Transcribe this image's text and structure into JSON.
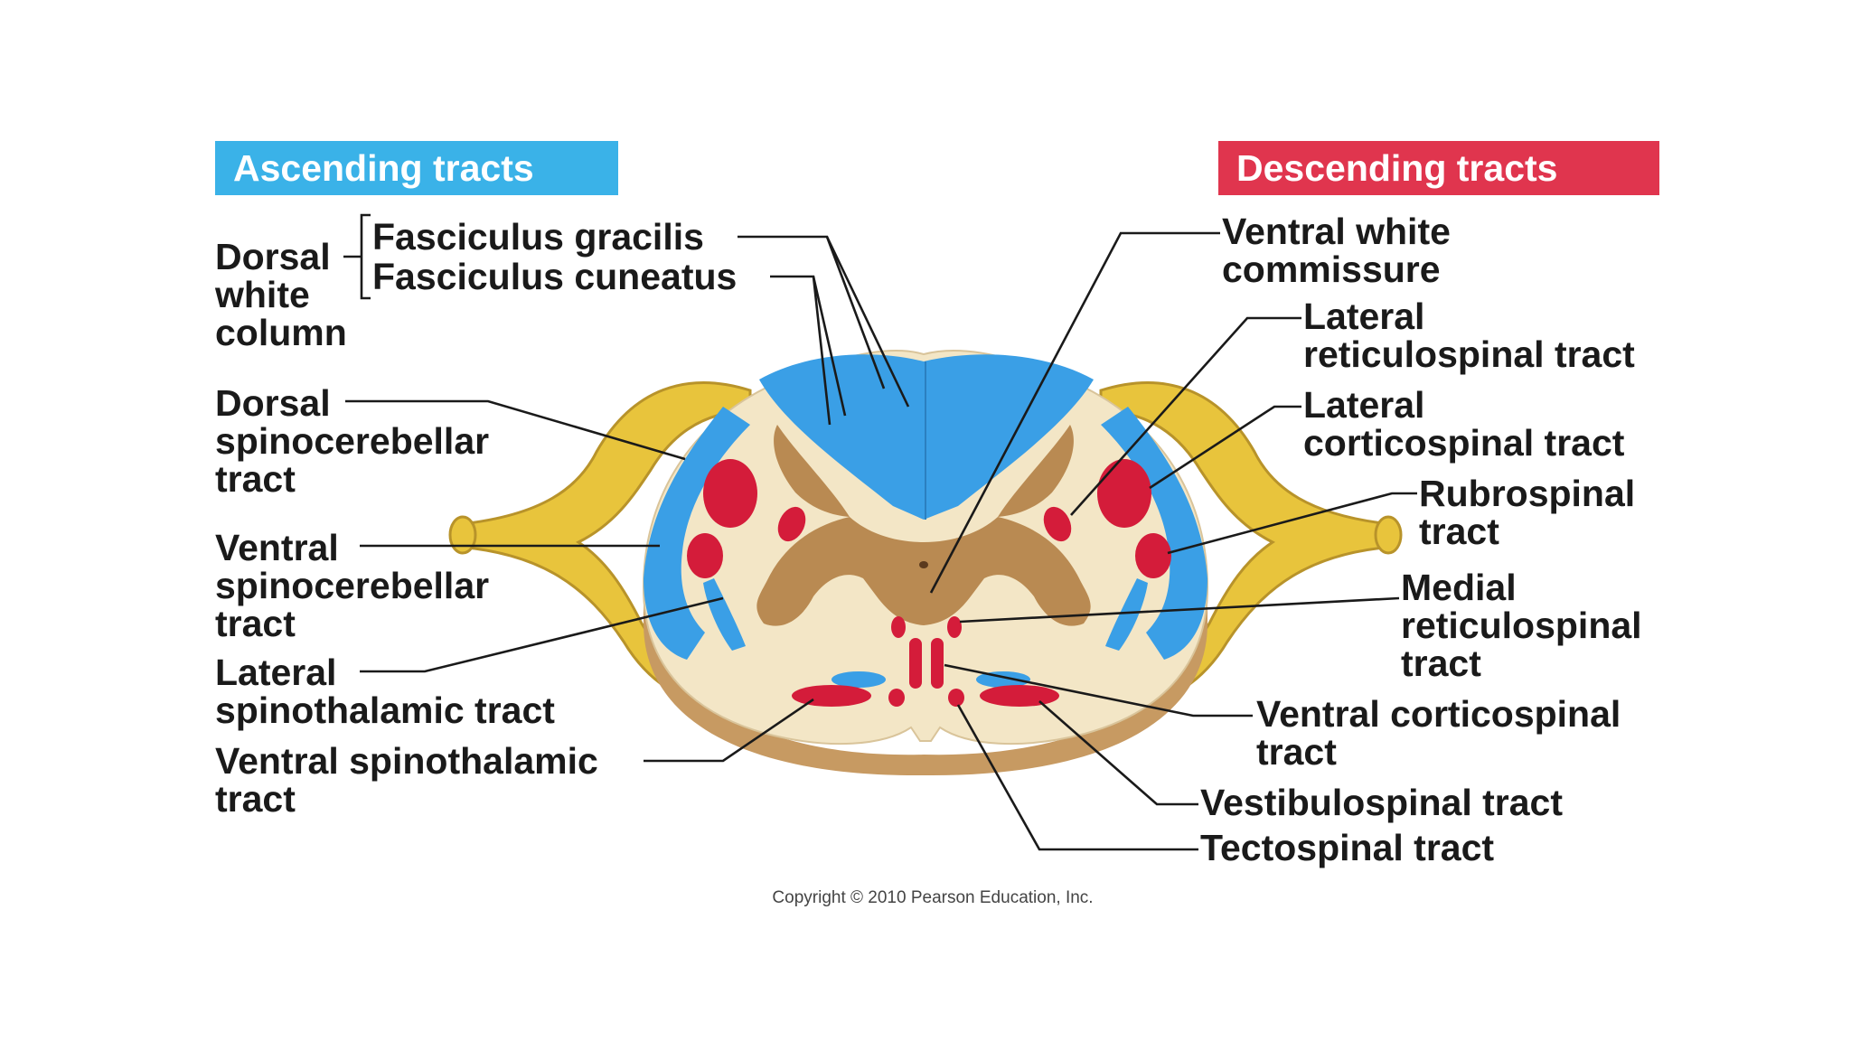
{
  "headers": {
    "ascending": "Ascending tracts",
    "descending": "Descending tracts"
  },
  "labels": {
    "dorsal_white_column": [
      "Dorsal",
      "white",
      "column"
    ],
    "fasciculus_gracilis": "Fasciculus gracilis",
    "fasciculus_cuneatus": "Fasciculus cuneatus",
    "dorsal_spinocerebellar": [
      "Dorsal",
      "spinocerebellar",
      "tract"
    ],
    "ventral_spinocerebellar": [
      "Ventral",
      "spinocerebellar",
      "tract"
    ],
    "lateral_spinothalamic": [
      "Lateral",
      "spinothalamic tract"
    ],
    "ventral_spinothalamic": [
      "Ventral spinothalamic",
      "tract"
    ],
    "ventral_white_commissure": [
      "Ventral white",
      "commissure"
    ],
    "lateral_reticulospinal": [
      "Lateral",
      "reticulospinal tract"
    ],
    "lateral_corticospinal": [
      "Lateral",
      "corticospinal tract"
    ],
    "rubrospinal": [
      "Rubrospinal",
      "tract"
    ],
    "medial_reticulospinal": [
      "Medial",
      "reticulospinal",
      "tract"
    ],
    "ventral_corticospinal": [
      "Ventral corticospinal",
      "tract"
    ],
    "vestibulospinal": "Vestibulospinal tract",
    "tectospinal": "Tectospinal tract"
  },
  "copyright": "Copyright © 2010 Pearson Education, Inc.",
  "colors": {
    "ascending": "#3a9fe6",
    "descending": "#d41c3a",
    "white_matter": "#f3e6c6",
    "gray_matter": "#b98a52",
    "nerve_root": "#e8c43c"
  }
}
